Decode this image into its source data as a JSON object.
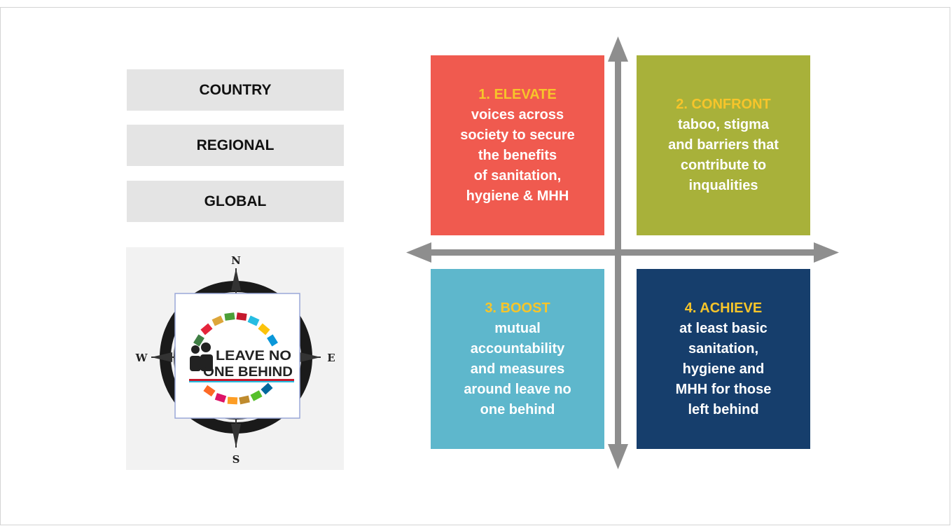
{
  "levels": [
    "COUNTRY",
    "REGIONAL",
    "GLOBAL"
  ],
  "compass": {
    "north": "N",
    "south": "S",
    "east": "E",
    "west": "W",
    "logo_line1": "LEAVE NO",
    "logo_line2": "ONE BEHIND"
  },
  "quadrants": [
    {
      "title": "1. ELEVATE",
      "body": "voices across\nsociety to secure\nthe benefits\nof sanitation,\nhygiene & MHH",
      "color": "#f05a4f"
    },
    {
      "title": "2. CONFRONT",
      "body": "taboo, stigma\nand barriers that\ncontribute to\ninqualities",
      "color": "#a8b13a"
    },
    {
      "title": "3. BOOST",
      "body": "mutual\naccountability\nand measures\naround leave no\none behind",
      "color": "#5eb7cc"
    },
    {
      "title": "4. ACHIEVE",
      "body": "at least basic\nsanitation,\nhygiene and\nMHH for those\nleft behind",
      "color": "#163e6c"
    }
  ],
  "colors": {
    "title_accent": "#f7c52a",
    "level_box": "#e4e4e4",
    "axis_arrow": "#8e8e8e"
  }
}
